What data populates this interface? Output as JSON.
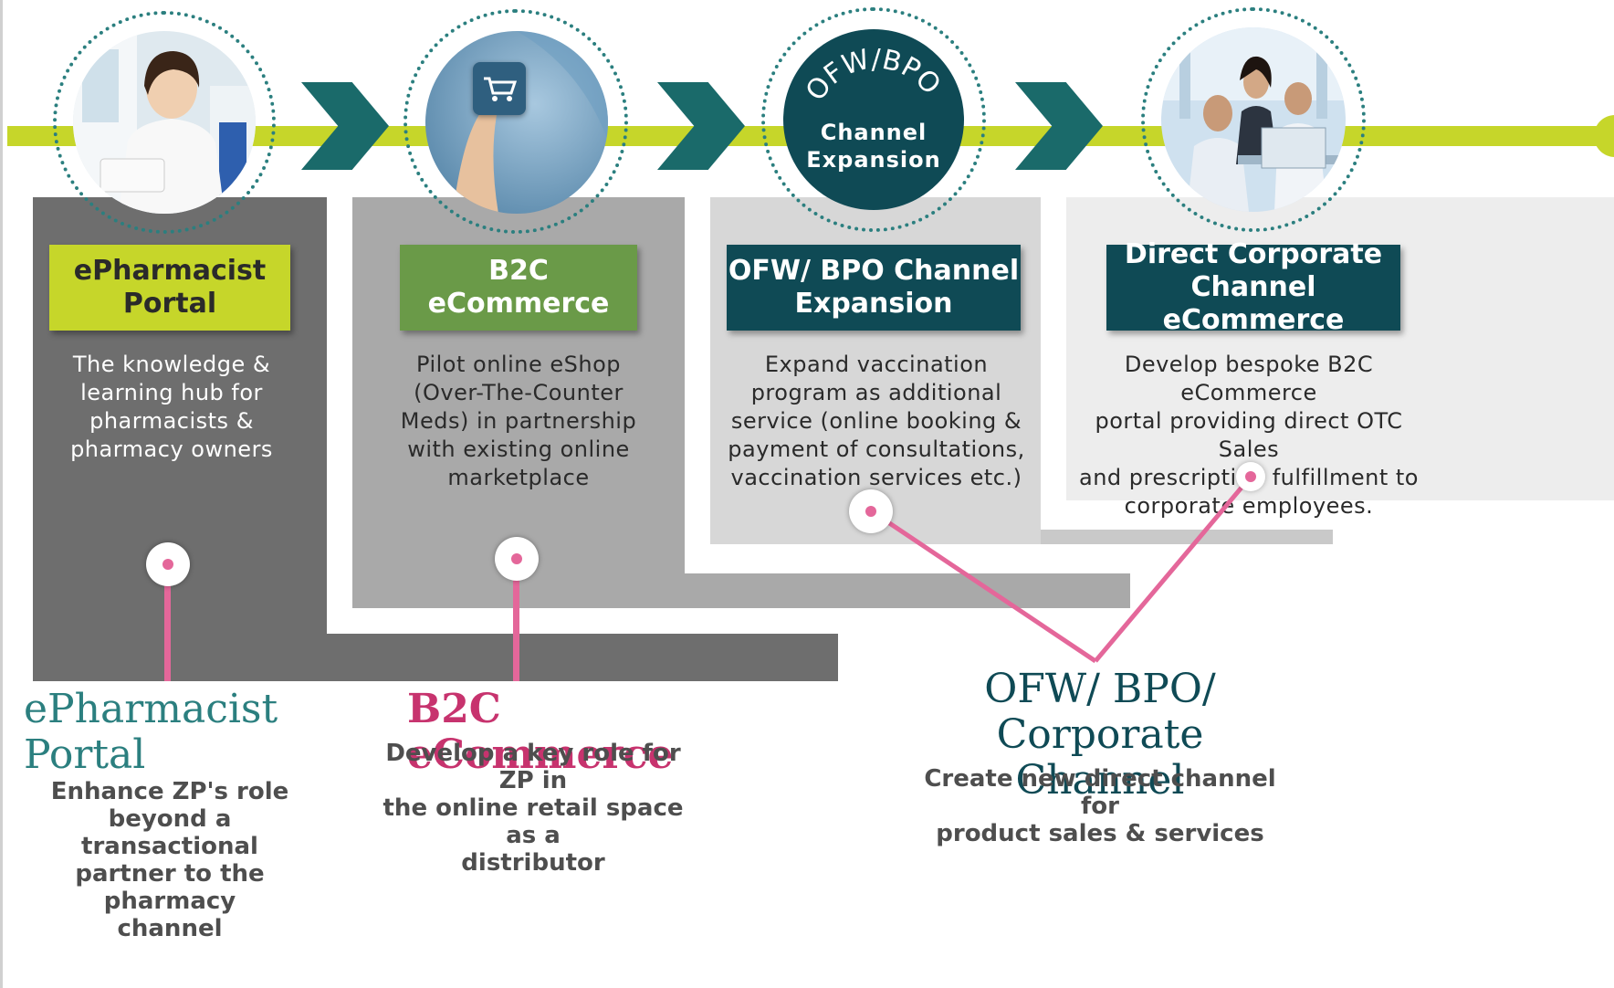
{
  "stages": [
    {
      "title": "ePharmacist\nPortal",
      "description": "The knowledge &\nlearning hub for\npharmacists &\npharmacy owners",
      "icon": "pharmacist-photo",
      "label_color": "#c6d62a"
    },
    {
      "title": "B2C eCommerce",
      "description": "Pilot online eShop\n(Over-The-Counter\nMeds) in partnership\nwith existing online\nmarketplace",
      "icon": "shopping-cart-icon",
      "label_color": "#6a9a48"
    },
    {
      "title": "OFW/ BPO Channel\nExpansion",
      "circle_text_arc": "OFW/BPO",
      "circle_text": "Channel\nExpansion",
      "description": "Expand vaccination\nprogram as additional\nservice (online booking &\npayment of consultations,\nvaccination services etc.)",
      "label_color": "#0f4a55"
    },
    {
      "title": "Direct Corporate\nChannel eCommerce",
      "description": "Develop bespoke B2C eCommerce\nportal providing direct OTC Sales\nand prescription fulfillment to\ncorporate employees.",
      "icon": "business-team-photo",
      "label_color": "#0f4a55"
    }
  ],
  "outcomes": [
    {
      "heading": "ePharmacist Portal",
      "text": "Enhance ZP's role\nbeyond a transactional\npartner to the pharmacy\nchannel",
      "color": "#2b7f7f"
    },
    {
      "heading": "B2C eCommerce",
      "text": "Develop a key role for ZP in\nthe online retail space as a\ndistributor",
      "color": "#c7336e"
    },
    {
      "heading": "OFW/ BPO/\nCorporate Channel",
      "text": "Create new direct channel for\nproduct sales & services",
      "color": "#0f4a55"
    }
  ],
  "colors": {
    "timeline": "#c6d62a",
    "chevron": "#1a6a6a",
    "connector": "#e4679a"
  }
}
